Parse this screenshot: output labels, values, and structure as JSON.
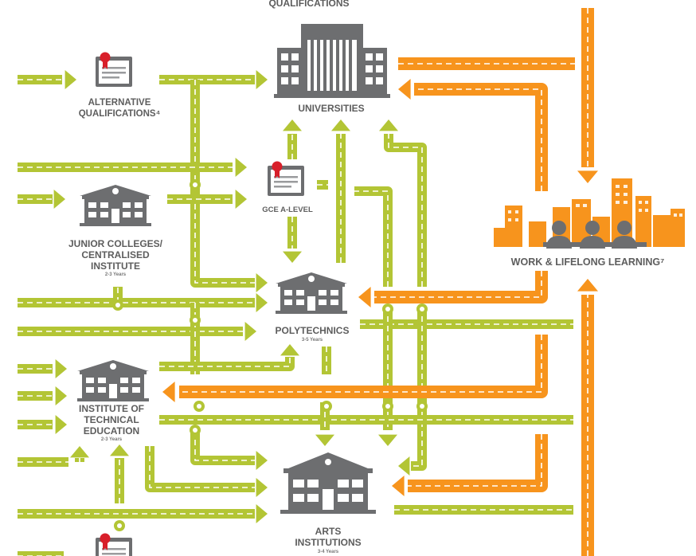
{
  "colors": {
    "green": "#b3c535",
    "orange": "#f7941d",
    "grey": "#6d6e70",
    "dash": "#ffffff"
  },
  "labels": {
    "top_cut": "QUALIFICATIONS",
    "alt_qual_1": "ALTERNATIVE",
    "alt_qual_2": "QUALIFICATIONS⁴",
    "universities": "UNIVERSITIES",
    "gce": "GCE A-LEVEL",
    "jc_1": "JUNIOR COLLEGES/",
    "jc_2": "CENTRALISED",
    "jc_3": "INSTITUTE",
    "jc_years": "2-3 Years",
    "work": "WORK & LIFELONG LEARNING⁷",
    "poly": "POLYTECHNICS",
    "poly_years": "3-5 Years",
    "ite_1": "INSTITUTE OF",
    "ite_2": "TECHNICAL",
    "ite_3": "EDUCATION",
    "ite_years": "2-3 Years",
    "arts_1": "ARTS",
    "arts_2": "INSTITUTIONS",
    "arts_years": "3-4 Years"
  },
  "icons": [
    "certificate-icon",
    "university-building-icon",
    "school-building-icon",
    "city-workers-icon",
    "classical-building-icon"
  ]
}
